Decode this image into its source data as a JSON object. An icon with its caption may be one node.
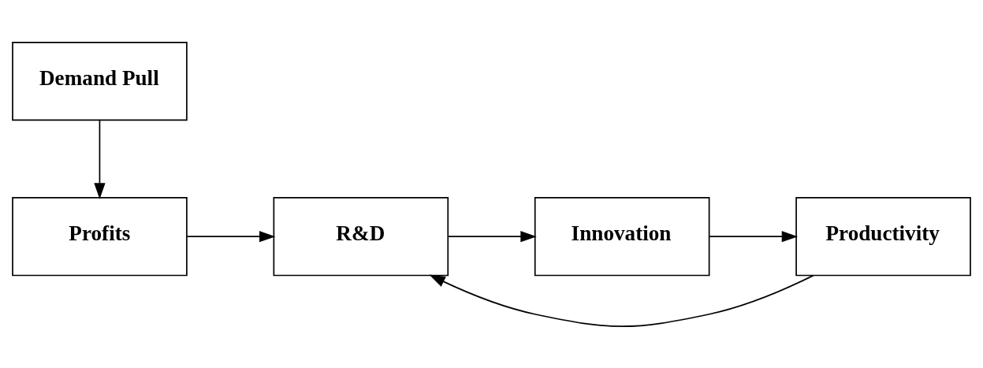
{
  "diagram": {
    "nodes": [
      {
        "text": [
          "Profits"
        ]
      },
      {
        "text": [
          "R&D"
        ]
      },
      {
        "text": [
          "Innovation"
        ]
      },
      {
        "text": [
          "Productivity"
        ]
      },
      {
        "text": [
          "Demand Pull"
        ]
      }
    ],
    "edges": [
      {
        "from": 0,
        "to": 1,
        "arrow": "to"
      },
      {
        "from": 1,
        "to": 2,
        "arrow": "to"
      },
      {
        "from": 2,
        "to": 3,
        "arrow": "to"
      },
      {
        "from": 3,
        "to": 1,
        "arrow": "to"
      },
      {
        "from": 4,
        "to": 0,
        "arrow": "to"
      }
    ]
  }
}
